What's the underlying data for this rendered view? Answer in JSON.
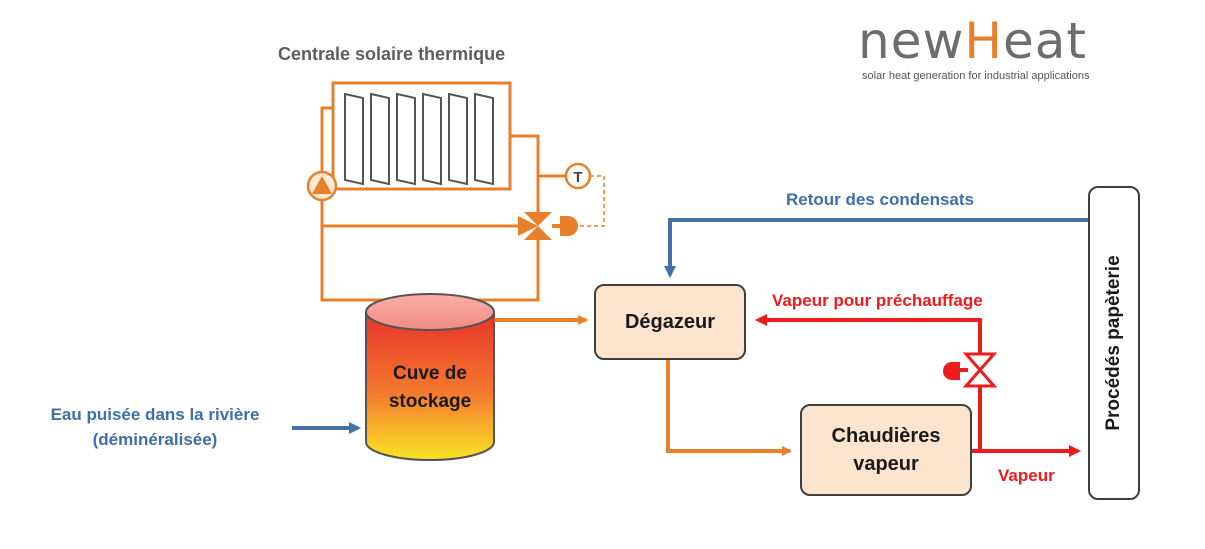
{
  "logo": {
    "word_part1": "new",
    "word_part2": "H",
    "word_part3": "eat",
    "tagline": "solar heat generation for industrial applications"
  },
  "solar_plant": {
    "title": "Centrale solaire thermique",
    "sensor_label": "T"
  },
  "tank": {
    "line1": "Cuve de",
    "line2": "stockage"
  },
  "water_source": {
    "line1": "Eau puisée dans la rivière",
    "line2": "(déminéralisée)"
  },
  "deaerator": {
    "label": "Dégazeur"
  },
  "boiler": {
    "line1": "Chaudières",
    "line2": "vapeur"
  },
  "process": {
    "label": "Procédés papèterie"
  },
  "flows": {
    "condensate_return": "Retour des condensats",
    "preheat_steam": "Vapeur pour préchauffage",
    "steam": "Vapeur"
  },
  "colors": {
    "orange": "#e8802a",
    "red": "#ee1c1c",
    "blue": "#4472a8",
    "box_fill": "#fce4cf",
    "logo_grey": "#6d6d6d",
    "logo_orange": "#e8812e"
  }
}
